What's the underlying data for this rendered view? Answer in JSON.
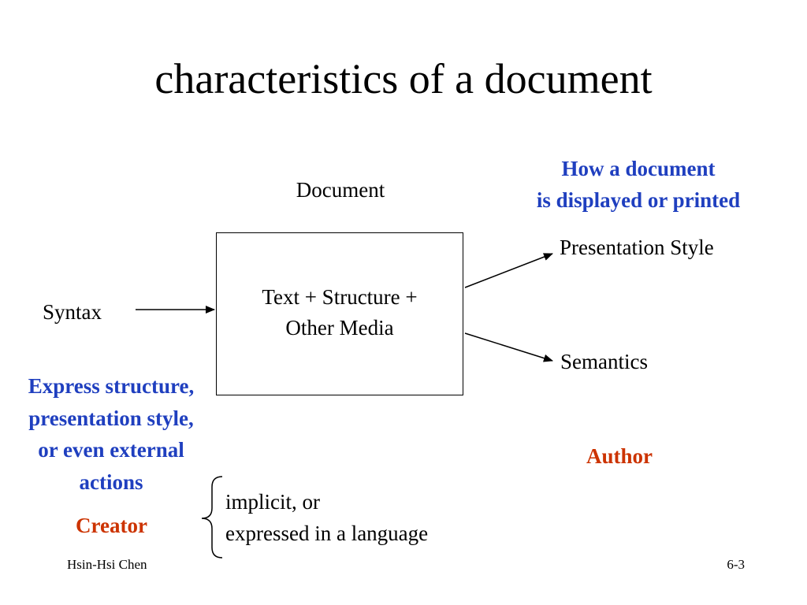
{
  "title": "characteristics of a document",
  "document_label": "Document",
  "display_note": {
    "line1": "How a document",
    "line2": "is displayed or printed"
  },
  "box_text": {
    "line1": "Text + Structure +",
    "line2": "Other Media"
  },
  "outputs": {
    "presentation_style": "Presentation Style",
    "semantics": "Semantics"
  },
  "syntax_label": "Syntax",
  "express_note": {
    "line1": "Express structure,",
    "line2": "presentation style,",
    "line3": "or even external",
    "line4": "actions"
  },
  "author_label": "Author",
  "creator_label": "Creator",
  "creator_options": {
    "line1": "implicit, or",
    "line2": "expressed in a language"
  },
  "footer": {
    "author": "Hsin-Hsi Chen",
    "page": "6-3"
  },
  "colors": {
    "note_blue": "#1f3fbf",
    "label_red": "#cc3300",
    "text": "#000000"
  },
  "icons": {
    "arrows": "arrow-right",
    "brace": "curly-brace-left"
  }
}
